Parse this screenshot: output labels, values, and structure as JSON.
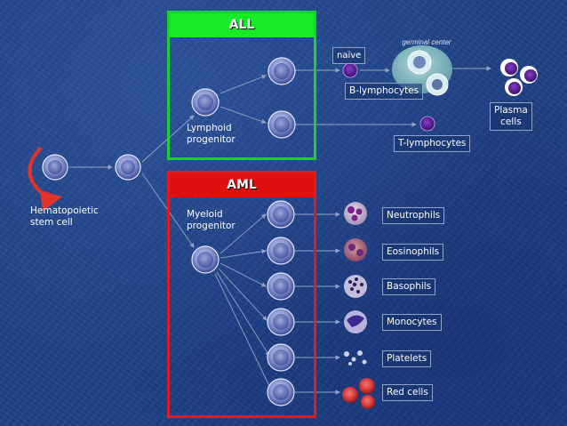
{
  "groups": {
    "all": "ALL",
    "aml": "AML"
  },
  "cells": {
    "hsc": "Hematopoietic\nstem cell",
    "lymphoid": "Lymphoid\nprogenitor",
    "myeloid": "Myeloid\nprogenitor",
    "naive": "naïve",
    "b_lymphocytes": "B-lymphocytes",
    "t_lymphocytes": "T-lymphocytes",
    "plasma": "Plasma\ncells",
    "germinal": "germinal center",
    "neutrophils": "Neutrophils",
    "eosinophils": "Eosinophils",
    "basophils": "Basophils",
    "monocytes": "Monocytes",
    "platelets": "Platelets",
    "red_cells": "Red cells"
  },
  "colors": {
    "all_green": "#17ea27",
    "aml_red": "#e10e0e",
    "cell_blue": "#6e7fc1",
    "plasma_purple": "#5a1f8e",
    "red_cell": "#d63a3a",
    "arrow_red": "#e0332b"
  }
}
